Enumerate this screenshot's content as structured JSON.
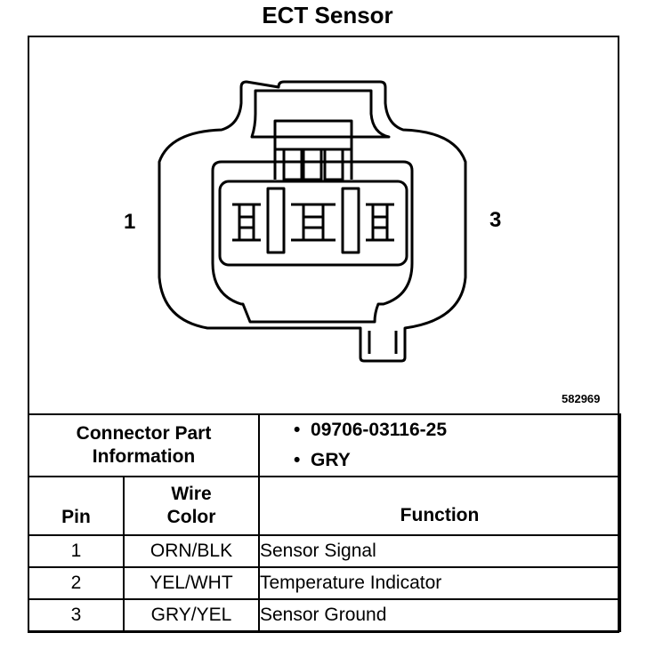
{
  "title": "ECT Sensor",
  "diagram": {
    "pin_left": "1",
    "pin_right": "3",
    "part_number": "582969"
  },
  "connector": {
    "label_line1": "Connector Part",
    "label_line2": "Information",
    "bullets": [
      "09706-03116-25",
      "GRY"
    ]
  },
  "table": {
    "headers": {
      "pin": "Pin",
      "wire_color_line1": "Wire",
      "wire_color_line2": "Color",
      "function": "Function"
    },
    "rows": [
      {
        "pin": "1",
        "wire": "ORN/BLK",
        "function": "Sensor Signal"
      },
      {
        "pin": "2",
        "wire": "YEL/WHT",
        "function": "Temperature Indicator"
      },
      {
        "pin": "3",
        "wire": "GRY/YEL",
        "function": "Sensor Ground"
      }
    ]
  }
}
